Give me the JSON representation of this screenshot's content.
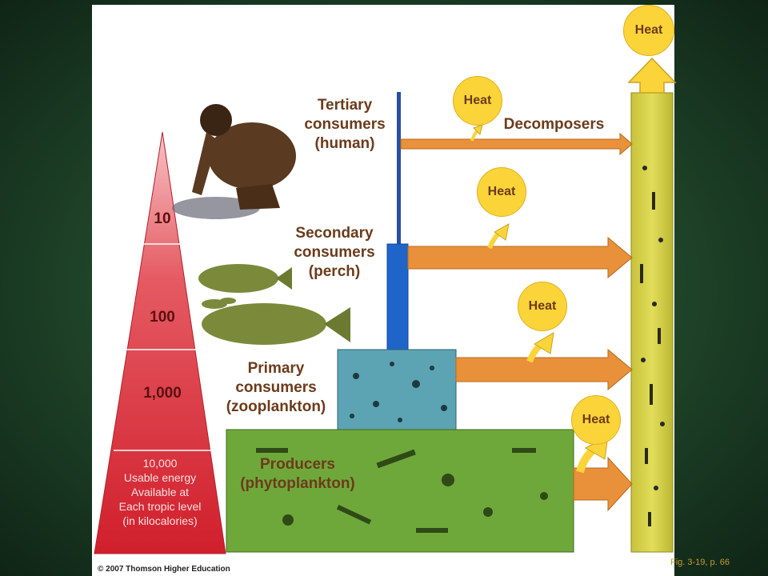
{
  "levels": {
    "tertiary": "Tertiary\nconsumers\n(human)",
    "secondary": "Secondary\nconsumers\n(perch)",
    "primary": "Primary\nconsumers\n(zooplankton)",
    "producers": "Producers\n(phytoplankton)",
    "decomposers": "Decomposers"
  },
  "pyramid": {
    "top": "10",
    "second": "100",
    "third": "1,000",
    "base_value": "10,000",
    "base_lines": [
      "Usable energy",
      "Available at",
      "Each tropic level",
      "(in kilocalories)"
    ]
  },
  "heat_label": "Heat",
  "copyright": "© 2007 Thomson Higher Education",
  "figure_ref": "Fig. 3-19, p. 66",
  "colors": {
    "pyramid_red": "#d42a35",
    "heat_yellow": "#fbd43a",
    "arrow_orange": "#e9913a",
    "decomposer_bar": "#d7d24a",
    "producer_green": "#6fa83a",
    "zooplankton_teal": "#5ca4b4",
    "label_brown": "#6b3b1b"
  }
}
